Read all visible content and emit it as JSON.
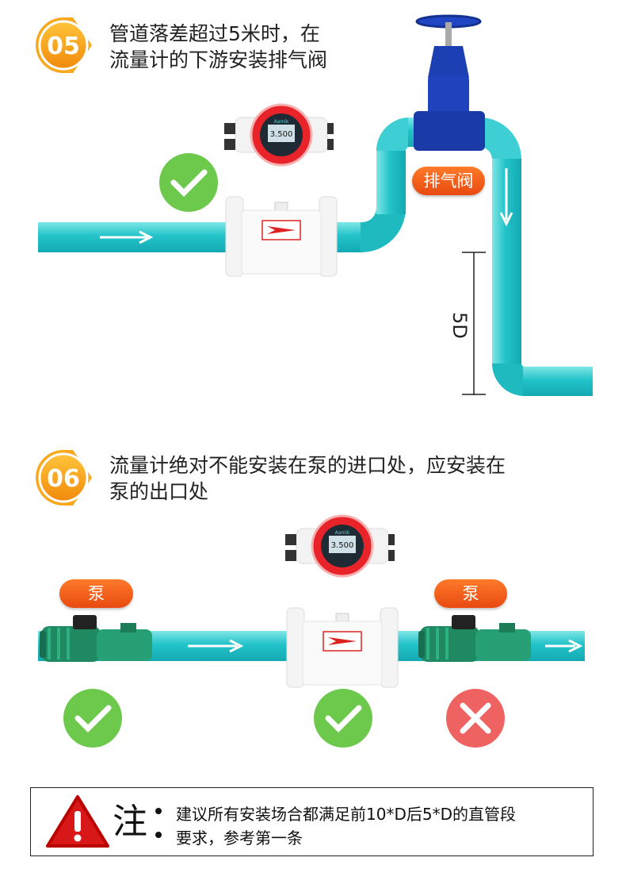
{
  "step5": {
    "number": "05",
    "line1": "管道落差超过5米时，在",
    "line2": "流量计的下游安装排气阀",
    "valve_label": "排气阀",
    "dimension_label": "5D",
    "status": "check-icon"
  },
  "step6": {
    "number": "06",
    "line1": "流量计绝对不能安装在泵的进口处，应安装在",
    "line2": "泵的出口处",
    "pump_label_left": "泵",
    "pump_label_right": "泵",
    "status_left": "check-icon",
    "status_middle": "check-icon",
    "status_right": "cross-icon"
  },
  "meter": {
    "brand": "Aamik",
    "reading": "3.500"
  },
  "note": {
    "label": "注",
    "line1": "建议所有安装场合都满足前10*D后5*D的直管段",
    "line2": "要求，参考第一条"
  },
  "colors": {
    "pipe": "#2cc6cc",
    "accent": "#f5a01a",
    "check": "#6cc94c",
    "cross": "#ef6262",
    "valve": "#1a3fb0"
  }
}
